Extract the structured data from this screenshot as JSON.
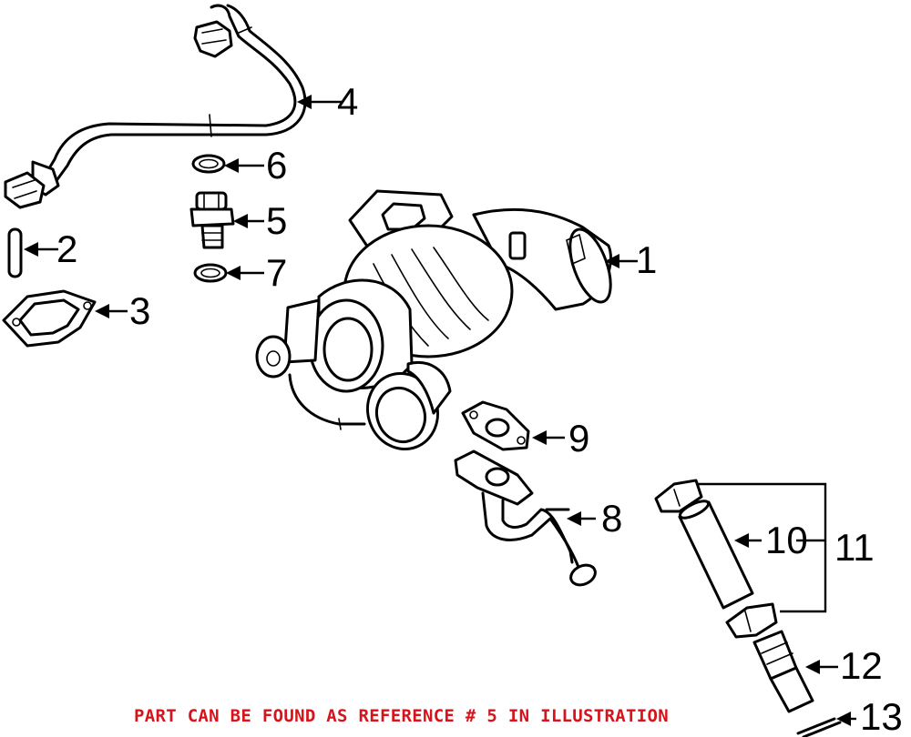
{
  "diagram": {
    "callouts": {
      "c1": "1",
      "c2": "2",
      "c3": "3",
      "c4": "4",
      "c5": "5",
      "c6": "6",
      "c7": "7",
      "c8": "8",
      "c9": "9",
      "c10": "10",
      "c11": "11",
      "c12": "12",
      "c13": "13"
    },
    "note": "PART CAN BE FOUND AS REFERENCE # 5 IN ILLUSTRATION",
    "note_color": "#d7131b"
  }
}
